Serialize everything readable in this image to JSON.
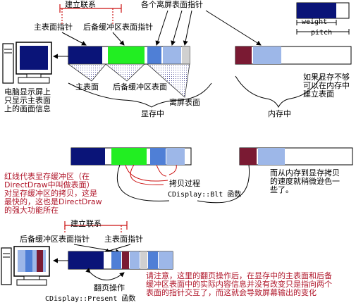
{
  "labels": {
    "connect_top": "建立联系",
    "offscreen_ptrs": "各个离屏表面指针",
    "primary_ptr_top": "主表面指针",
    "backbuffer_ptr_top": "后备缓冲区表面指针",
    "weight": "weight",
    "pitch": "pitch",
    "primary_surface": "主表面",
    "backbuffer_surface": "后备缓冲区表面",
    "offscreen_surface": "离屏表面",
    "video_memory": "显存中",
    "system_memory": "内存中",
    "screen_note": "电脑显示屏上\n只显示主表面\n上的画面信息",
    "sysmem_note": "如果显存不够\n可以在内存中\n建立表面",
    "red_note": "红线代表显存缓冲区（在\nDirectDraw中叫做表面）\n对显存缓冲区的拷贝，这是\n最快的，这也是DirectDraw\n的强大功能所在",
    "copy_process": "拷贝过程",
    "blt_func": "CDisplay::Blt 函数",
    "slow_note": "而从内存到显存拷贝\n的速度就稍微逊色一\n些了。",
    "connect_bottom": "建立联系",
    "backbuffer_ptr_bottom": "后备缓冲区表面指针",
    "primary_ptr_bottom": "主表面指针",
    "flip_op": "翻页操作",
    "present_func": "CDisplay::Present  函数",
    "flip_note": "请注意，这里的翻页操作后，在显存中的主表面和后备\n缓冲区表面中的实际内容信息并没有改变只是指向两个\n表面的指针交互了，而这就会导致屏幕输出的变化"
  },
  "colors": {
    "primary": "#0a1478",
    "backbuffer": "#22ee22",
    "offscreen_blue": "#4f7fd6",
    "offscreen_light": "#9db7e8",
    "sysmem": "#7a1a33",
    "gray": "#d0d0d0",
    "red_note": "#b0162a"
  },
  "icons": [
    "computer-icon-top",
    "computer-icon-bottom"
  ]
}
